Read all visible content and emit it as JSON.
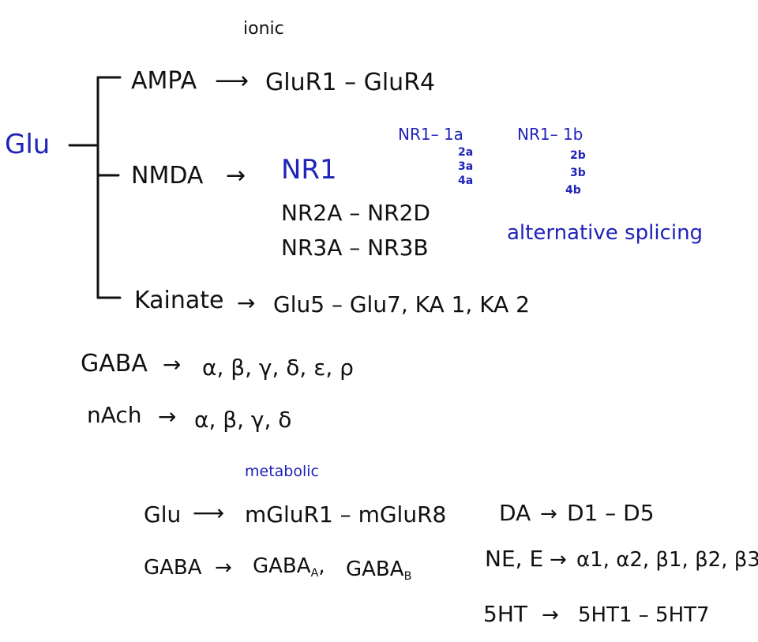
{
  "ionic_heading": "ionic",
  "metabolic_heading": "metabolic",
  "glu_root": "Glu",
  "ampa": {
    "name": "AMPA",
    "arrow": "⟶",
    "subunits": "GluR1 – GluR4"
  },
  "nmda": {
    "name": "NMDA",
    "arrow": "→",
    "nr1": "NR1",
    "nr2": "NR2A – NR2D",
    "nr3": "NR3A – NR3B",
    "splice_a_head": "NR1– 1a",
    "splice_a": [
      "2a",
      "3a",
      "4a"
    ],
    "splice_b_head": "NR1– 1b",
    "splice_b": [
      "2b",
      "3b",
      "4b"
    ],
    "splicing_note": "alternative splicing"
  },
  "kainate": {
    "name": "Kainate",
    "arrow": "→",
    "subunits": "Glu5 – Glu7,  KA 1,  KA 2"
  },
  "gaba_ionic": {
    "name": "GABA",
    "arrow": "→",
    "subunits": "α, β, γ, δ,  ε, ρ"
  },
  "nach": {
    "name": "nAch",
    "arrow": "→",
    "subunits": "α, β, γ, δ"
  },
  "glu_metabolic": {
    "name": "Glu",
    "arrow": "⟶",
    "subunits": "mGluR1 – mGluR8"
  },
  "gaba_metabolic": {
    "name": "GABA",
    "arrow": "→",
    "a_base": "GABA",
    "a_sub": "A",
    "b_base": "GABA",
    "b_sub": "B"
  },
  "da": {
    "name": "DA",
    "arrow": "→",
    "subunits": "D1 – D5"
  },
  "ne": {
    "name": "NE, E",
    "arrow": "→",
    "subunits": "α1, α2, β1, β2, β3"
  },
  "sht": {
    "name": "5HT",
    "arrow": "→",
    "subunits": "5HT1 – 5HT7"
  }
}
